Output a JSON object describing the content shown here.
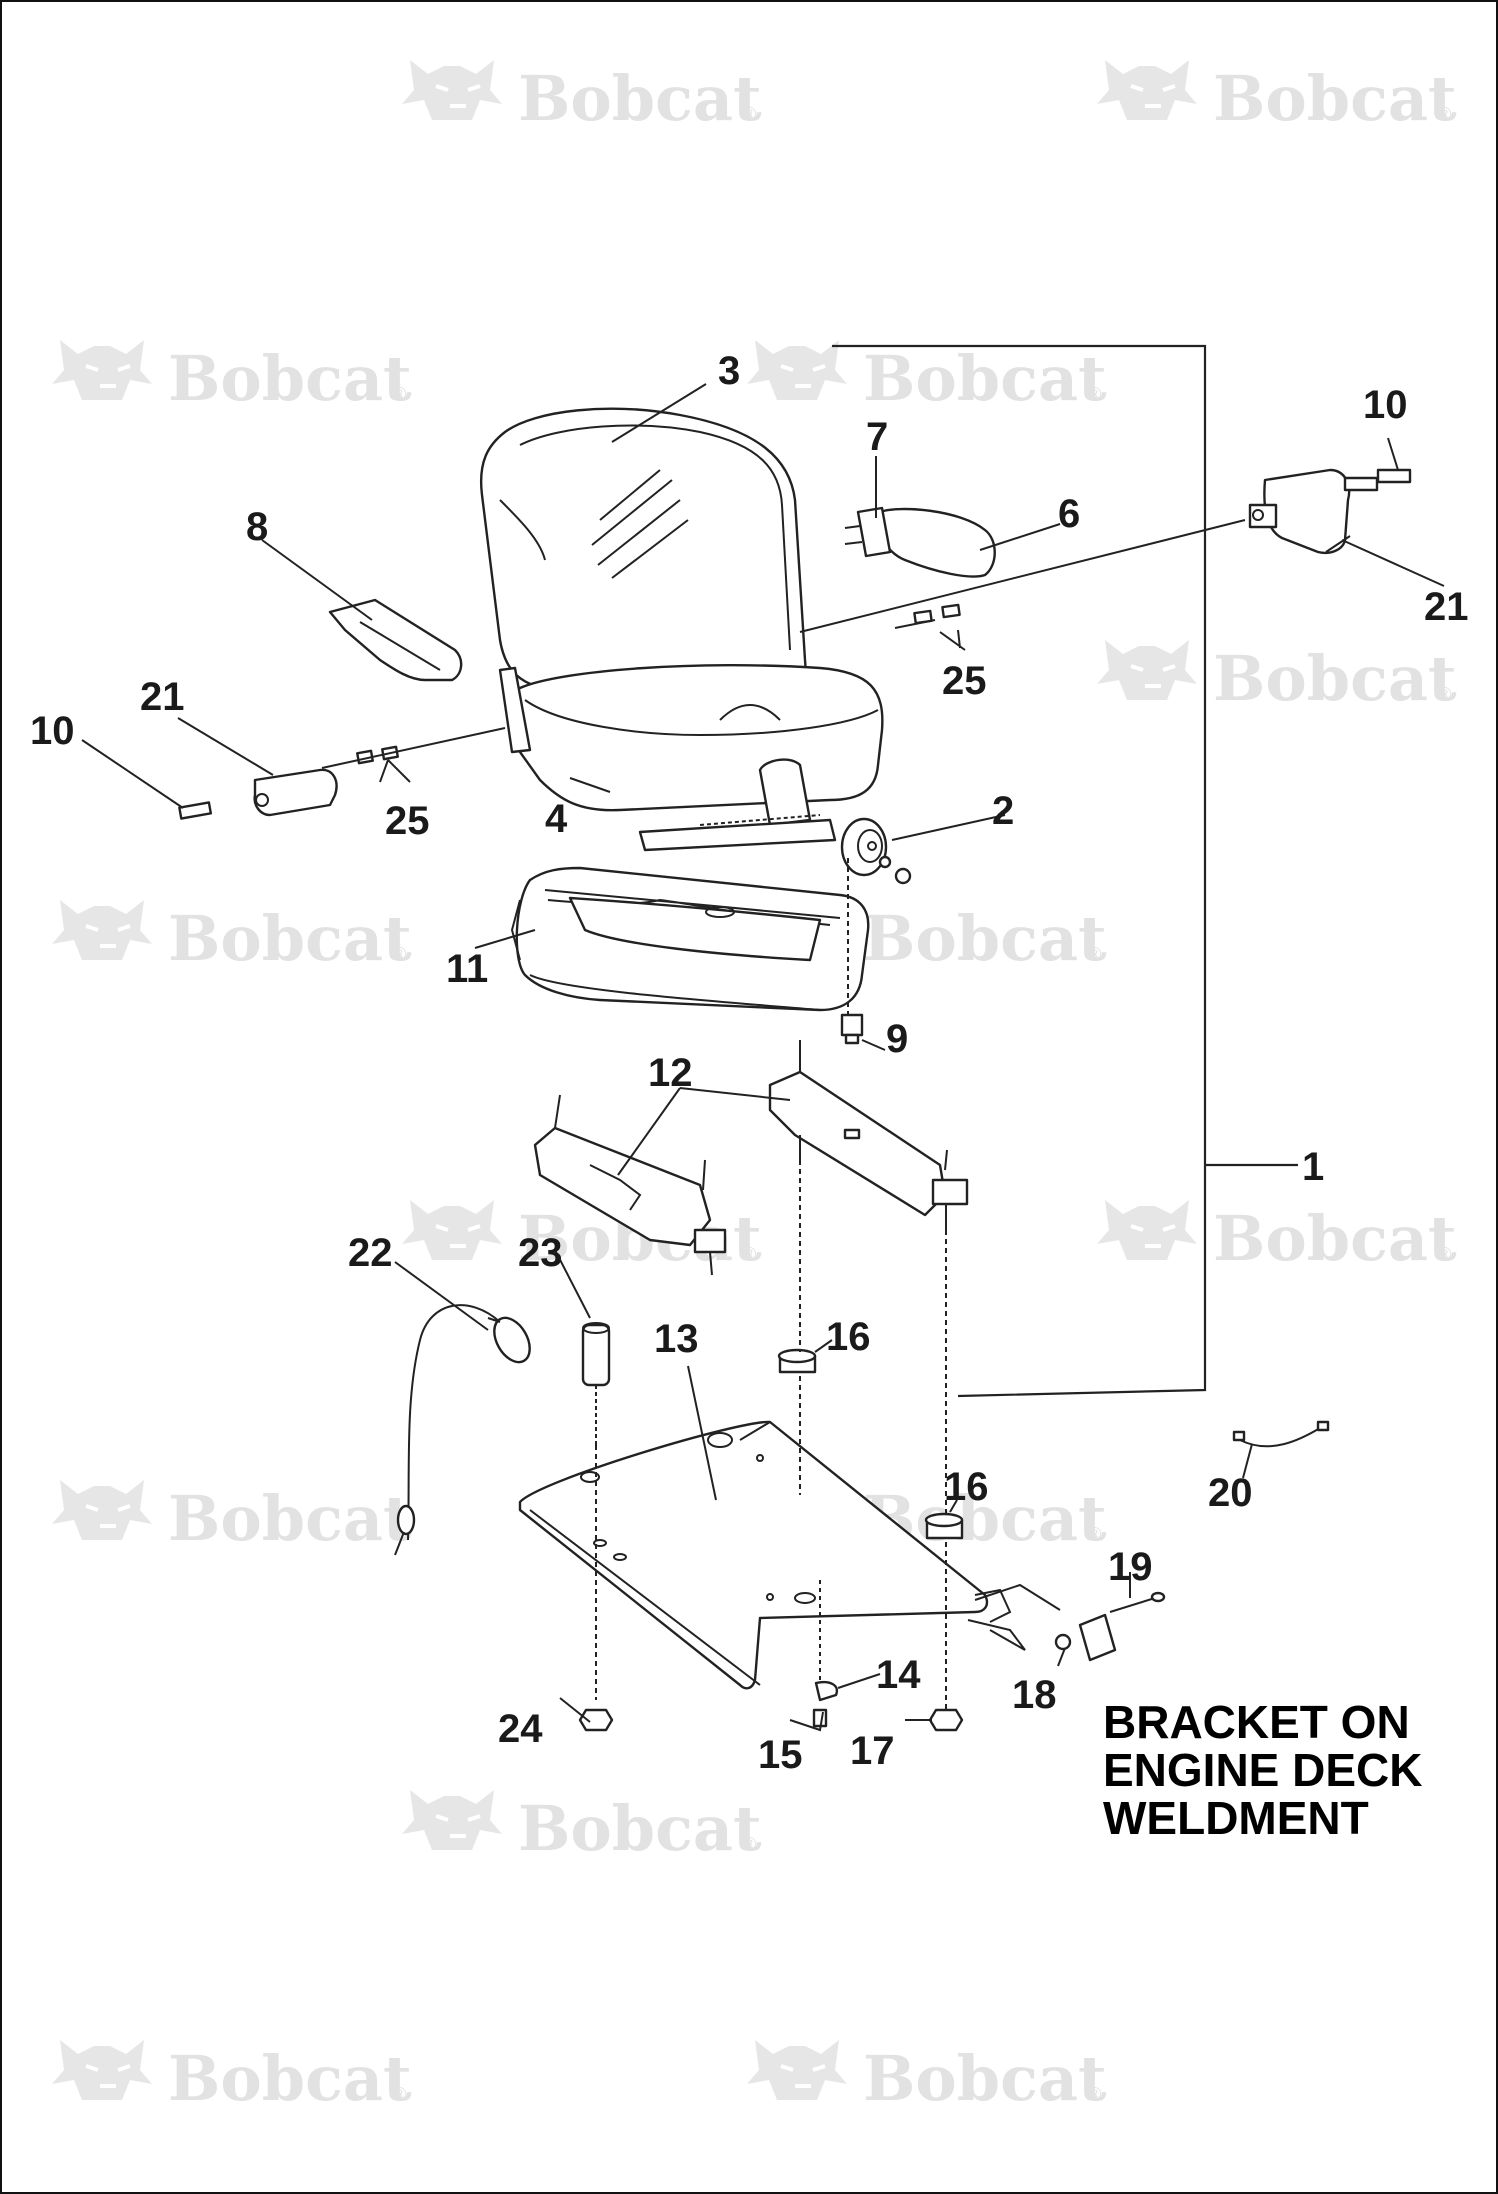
{
  "watermark": {
    "brand": "Bobcat",
    "mark": "®",
    "logo": "bobcat-logo-icon"
  },
  "callouts": {
    "c1": "1",
    "c2": "2",
    "c3": "3",
    "c4": "4",
    "c6": "6",
    "c7": "7",
    "c8": "8",
    "c9": "9",
    "c10a": "10",
    "c10b": "10",
    "c11": "11",
    "c12": "12",
    "c13": "13",
    "c14": "14",
    "c15": "15",
    "c16a": "16",
    "c16b": "16",
    "c17": "17",
    "c18": "18",
    "c19": "19",
    "c20": "20",
    "c21a": "21",
    "c21b": "21",
    "c22": "22",
    "c23": "23",
    "c24": "24",
    "c25a": "25",
    "c25b": "25"
  },
  "note": {
    "line1": "BRACKET ON",
    "line2": "ENGINE DECK",
    "line3": "WELDMENT"
  }
}
